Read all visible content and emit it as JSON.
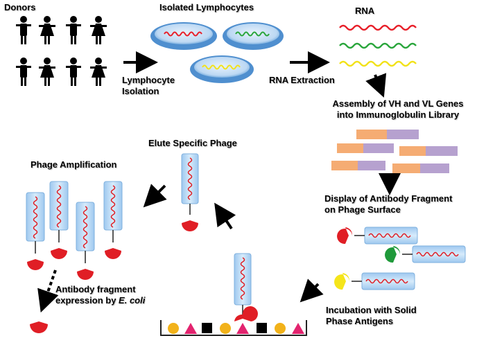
{
  "labels": {
    "donors": "Donors",
    "isolated_lymphocytes": "Isolated Lymphocytes",
    "rna": "RNA",
    "lymphocyte_isolation_line1": "Lymphocyte",
    "lymphocyte_isolation_line2": "Isolation",
    "rna_extraction": "RNA Extraction",
    "assembly_line1": "Assembly of VH and VL Genes",
    "assembly_line2": "into Immunoglobulin Library",
    "display_line1": "Display of Antibody Fragment",
    "display_line2": "on Phage Surface",
    "incubation_line1": "Incubation with Solid",
    "incubation_line2": "Phase Antigens",
    "elute": "Elute Specific Phage",
    "amplification": "Phage Amplification",
    "expression_line1": "Antibody fragment",
    "expression_line2_prefix": "expression by ",
    "expression_line2_italic": "E. coli"
  },
  "colors": {
    "rna_red": "#e8202a",
    "rna_green": "#2aa63c",
    "rna_yellow": "#f2e21a",
    "dish_blue": "#5b9bd5",
    "phage_body": "#b9d9f5",
    "antibody_red": "#e01e25",
    "antibody_green": "#1f9a3a",
    "antibody_yellow": "#f5e51a",
    "gene_orange": "#f5ac73",
    "gene_purple": "#b6a1cf",
    "antigen_circle": "#f2b21a",
    "antigen_triangle": "#e3246f",
    "antigen_square": "#000000"
  }
}
